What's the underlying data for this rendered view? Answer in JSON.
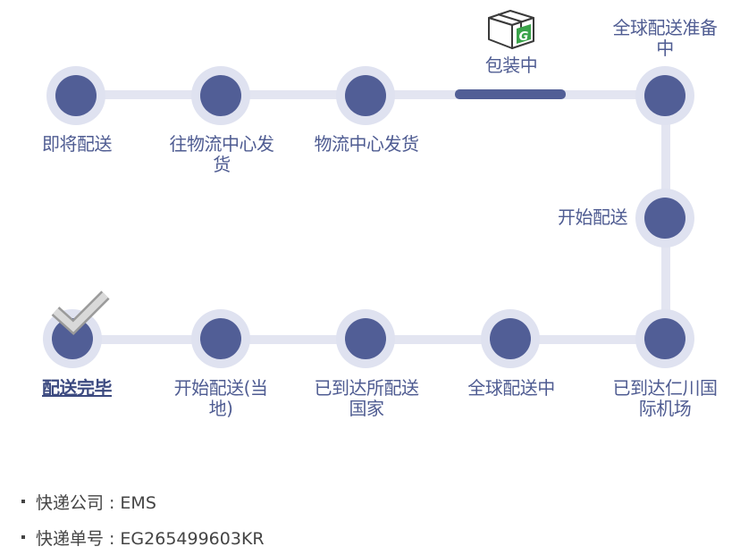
{
  "steps": {
    "ready": "即将配送",
    "to_center": "往物流中心发货",
    "center_shipped": "物流中心发货",
    "packing": "包装中",
    "global_prep": "全球配送准备中",
    "start": "开始配送",
    "incheon": "已到达仁川国际机场",
    "global_in_progress": "全球配送中",
    "arrived_country": "已到达所配送国家",
    "local_start": "开始配送(当地)",
    "done": "配送完毕"
  },
  "current_step": "packing",
  "package_logo_letter": "G",
  "info": {
    "company_label": "快递公司",
    "company_value": "EMS",
    "tracking_label": "快递单号",
    "tracking_value": "EG265499603KR",
    "separator": ":"
  },
  "colors": {
    "node": "#515e96",
    "node_ring": "#dfe2f0",
    "line": "#e3e5f1",
    "label": "#4f5c92",
    "logo_green": "#3aa34a"
  }
}
